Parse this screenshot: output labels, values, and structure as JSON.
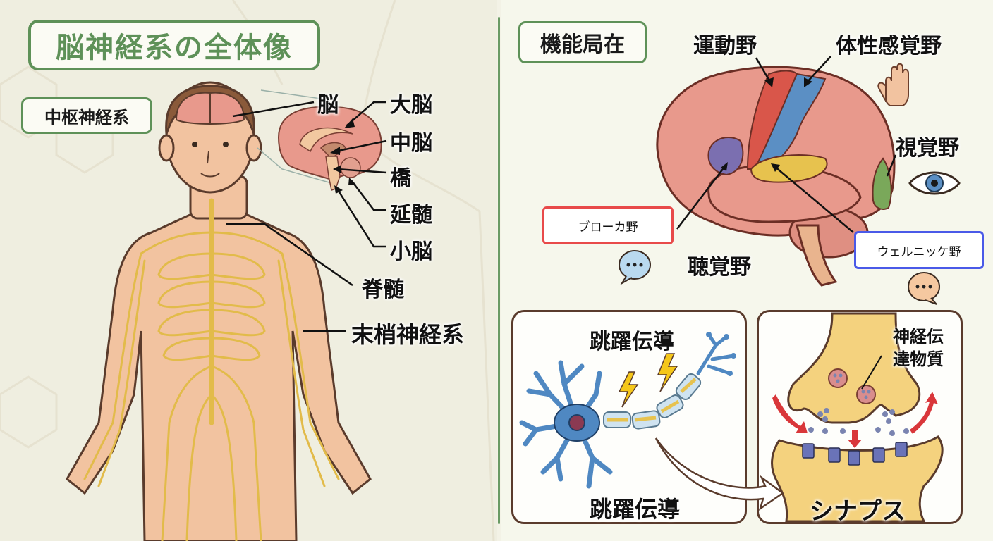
{
  "left_section": {
    "title": "脳神経系の全体像",
    "cns_label": "中枢神経系",
    "labels": {
      "brain": "脳",
      "cerebrum": "大脳",
      "midbrain": "中脳",
      "pons": "橋",
      "medulla": "延髄",
      "cerebellum": "小脳",
      "spinal_cord": "脊髄",
      "peripheral": "末梢神経系"
    }
  },
  "right_section": {
    "title": "機能局在",
    "labels": {
      "motor": "運動野",
      "somatosensory": "体性感覚野",
      "visual": "視覚野",
      "auditory": "聴覚野",
      "broca": "ブローカ野",
      "wernicke": "ウェルニッケ野"
    },
    "colors": {
      "motor": "#d9564a",
      "somatosensory": "#5b8fc4",
      "broca": "#7b6fb0",
      "wernicke": "#e7c24e",
      "visual": "#7aa85a",
      "broca_border": "#e84a4a",
      "wernicke_border": "#4a5ae8"
    },
    "icons": {
      "hand": "hand-icon",
      "eye": "eye-icon",
      "speech_blue": "speech-bubble-icon",
      "speech_orange": "speech-bubble-icon"
    }
  },
  "panels": {
    "saltatory": {
      "top_label": "跳躍伝導",
      "bottom_label": "跳躍伝導"
    },
    "synapse": {
      "neurotransmitter_label_line1": "神経伝",
      "neurotransmitter_label_line2": "達物質",
      "bottom_label": "シナプス"
    }
  },
  "theme": {
    "accent_green": "#5e9158",
    "brain_pink": "#e8998c",
    "nerve_yellow": "#e7c24e",
    "skin": "#f2c3a0"
  }
}
